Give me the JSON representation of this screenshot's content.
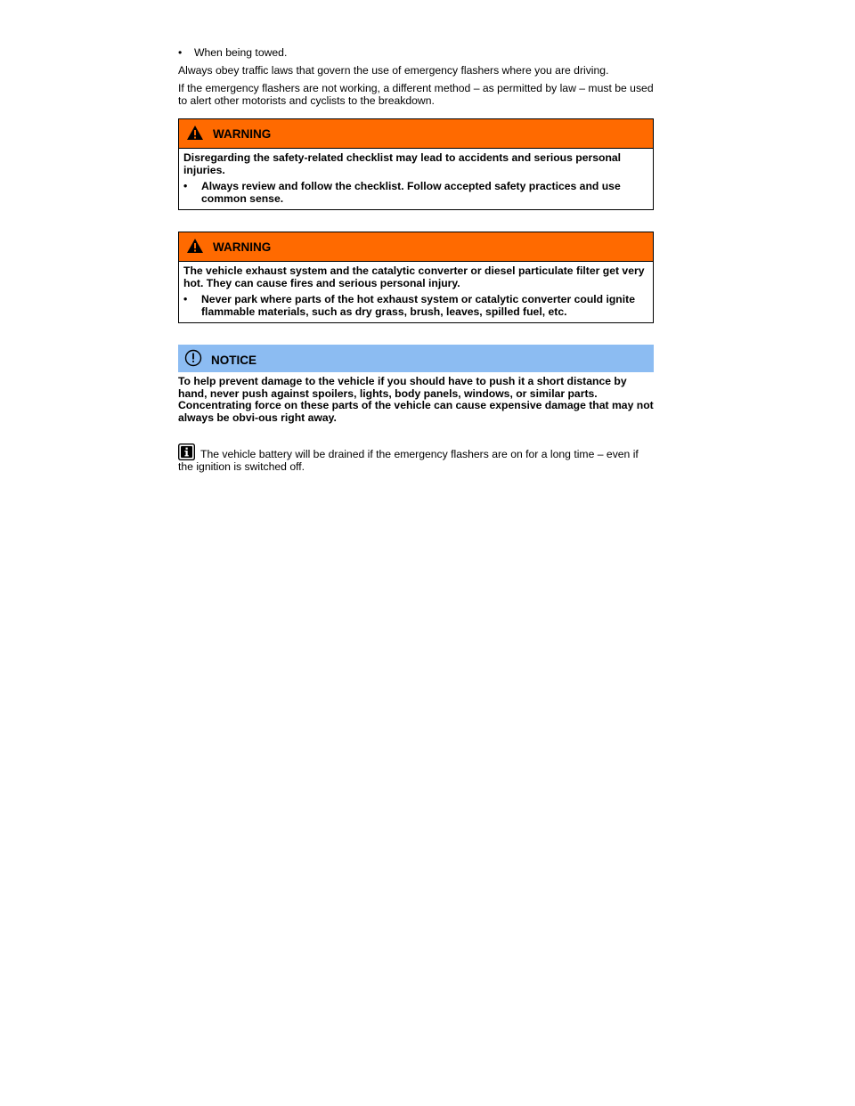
{
  "bullet_top": "When being towed.",
  "para_obey": "Always obey traffic laws that govern the use of emergency flashers where you are driving.",
  "para_not_working": "If the emergency flashers are not working, a different method – as permitted by law – must be used to alert other motorists and cyclists to the breakdown.",
  "bullet_symbol": "•",
  "warning1": {
    "title": "WARNING",
    "text": "Disregarding the safety-related checklist may lead to accidents and serious personal injuries.",
    "bullet": "Always review and follow the checklist. Follow accepted safety practices and use common sense."
  },
  "warning2": {
    "title": "WARNING",
    "text": "The vehicle exhaust system and the catalytic converter or diesel particulate filter get very hot. They can cause fires and serious personal injury.",
    "bullet": "Never park where parts of the hot exhaust system or catalytic converter could ignite flammable materials, such as dry grass, brush, leaves, spilled fuel, etc."
  },
  "notice": {
    "title": "NOTICE",
    "text": "To help prevent damage to the vehicle if you should have to push it a short distance by hand, never push against spoilers, lights, body panels, windows, or similar parts. Concentrating force on these parts of the vehicle can cause expensive damage that may not always be obvi-ous right away."
  },
  "info_text": "The vehicle battery will be drained if the emergency flashers are on for a long time – even if the ignition is switched off.",
  "colors": {
    "warning_orange": "#ff6a00",
    "notice_blue": "#8cbcf2"
  },
  "icons": {
    "warning": "warning-triangle-icon",
    "notice": "notice-exclamation-icon",
    "info": "info-i-icon"
  }
}
